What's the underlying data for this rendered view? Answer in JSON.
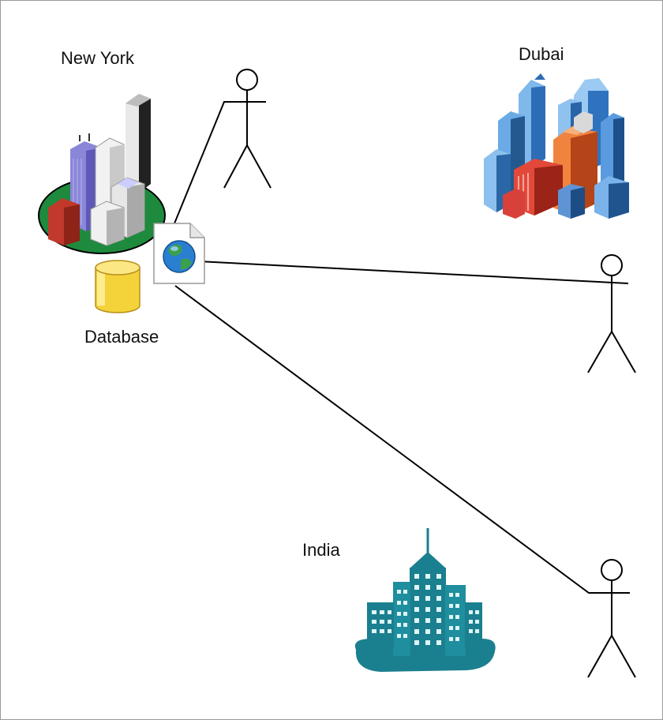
{
  "labels": {
    "new_york": "New York",
    "dubai": "Dubai",
    "database": "Database",
    "india": "India"
  },
  "colors": {
    "line": "#000000",
    "ny_ground": "#1e8a3e",
    "database": "#f4d23a",
    "globe_ocean": "#2a7fd1",
    "globe_land": "#3ba04a",
    "dubai_blue": "#3a8fd8",
    "dubai_orange": "#e0662a",
    "india_teal": "#1a7f8e"
  },
  "icons": {
    "new_york": "city-skyline-icon",
    "dubai": "city-skyline-icon",
    "india": "city-skyline-icon",
    "database": "database-cylinder-icon",
    "web_document": "web-document-globe-icon",
    "user": "stick-figure-icon"
  }
}
